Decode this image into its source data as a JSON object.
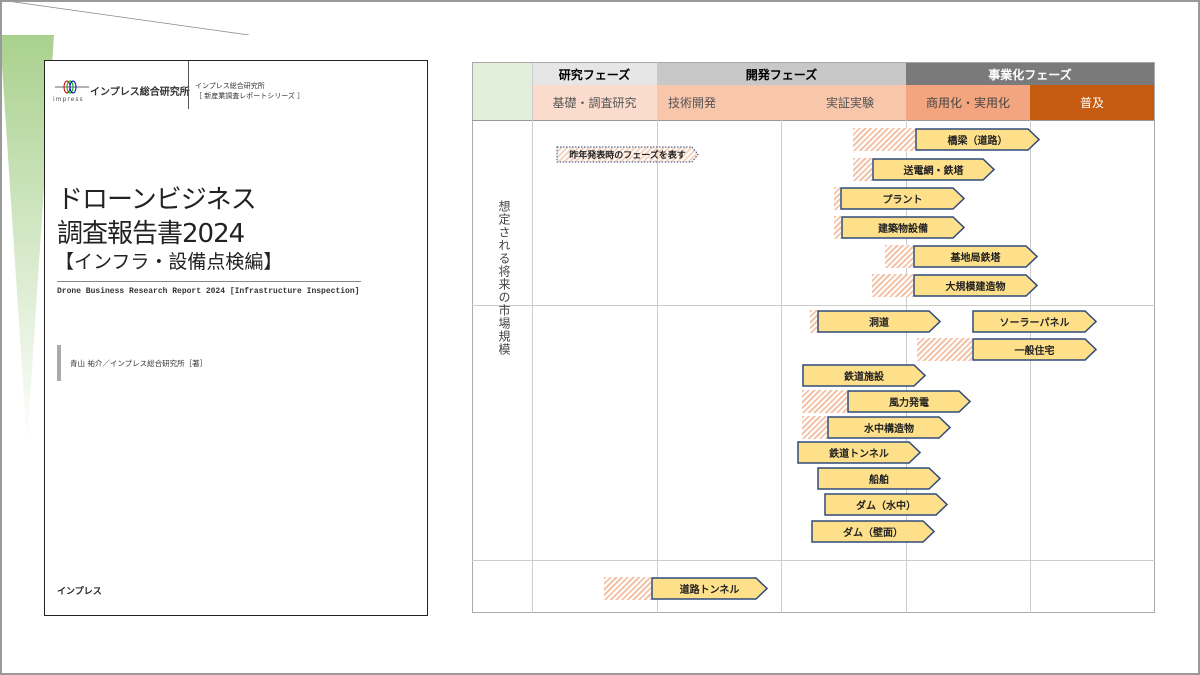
{
  "cover": {
    "publisher_logo": "インプレス総合研究所",
    "logo_sub": "impress",
    "series_line1": "インプレス総合研究所",
    "series_line2": "［ 新産業調査レポートシリーズ ］",
    "title_line1": "ドローンビジネス",
    "title_line2": "調査報告書2024",
    "title_line3": "【インフラ・設備点検編】",
    "english_title": "Drone Business Research Report 2024 [Infrastructure Inspection]",
    "author": "青山 祐介／インプレス総合研究所［著］",
    "publisher": "インプレス"
  },
  "chart": {
    "phases": [
      "研究フェーズ",
      "開発フェーズ",
      "事業化フェーズ"
    ],
    "stages": [
      "基礎・調査研究",
      "技術開発",
      "実証実験",
      "商用化・実用化",
      "普及"
    ],
    "y_axis_label": "想定される将来の市場規模",
    "legend": "昨年発表時のフェーズを表す",
    "items": [
      "橋梁（道路）",
      "送電網・鉄塔",
      "プラント",
      "建築物設備",
      "基地局鉄塔",
      "大規模建造物",
      "洞道",
      "ソーラーパネル",
      "一般住宅",
      "鉄道施設",
      "風力発電",
      "水中構造物",
      "鉄道トンネル",
      "船舶",
      "ダム（水中）",
      "ダム（壁面）",
      "道路トンネル"
    ],
    "colors": {
      "research_header": "#e6e6e6",
      "dev_header": "#c8c8c8",
      "biz_header": "#7a7a7a",
      "stage_light": "#fbdccc",
      "stage_mid": "#f8c6aa",
      "stage_commercial": "#f2a57e",
      "stage_spread": "#c55a11",
      "bar_fill": "#ffe08a",
      "bar_border": "#2f4a7a",
      "axis_green": "#a9d18e"
    }
  }
}
